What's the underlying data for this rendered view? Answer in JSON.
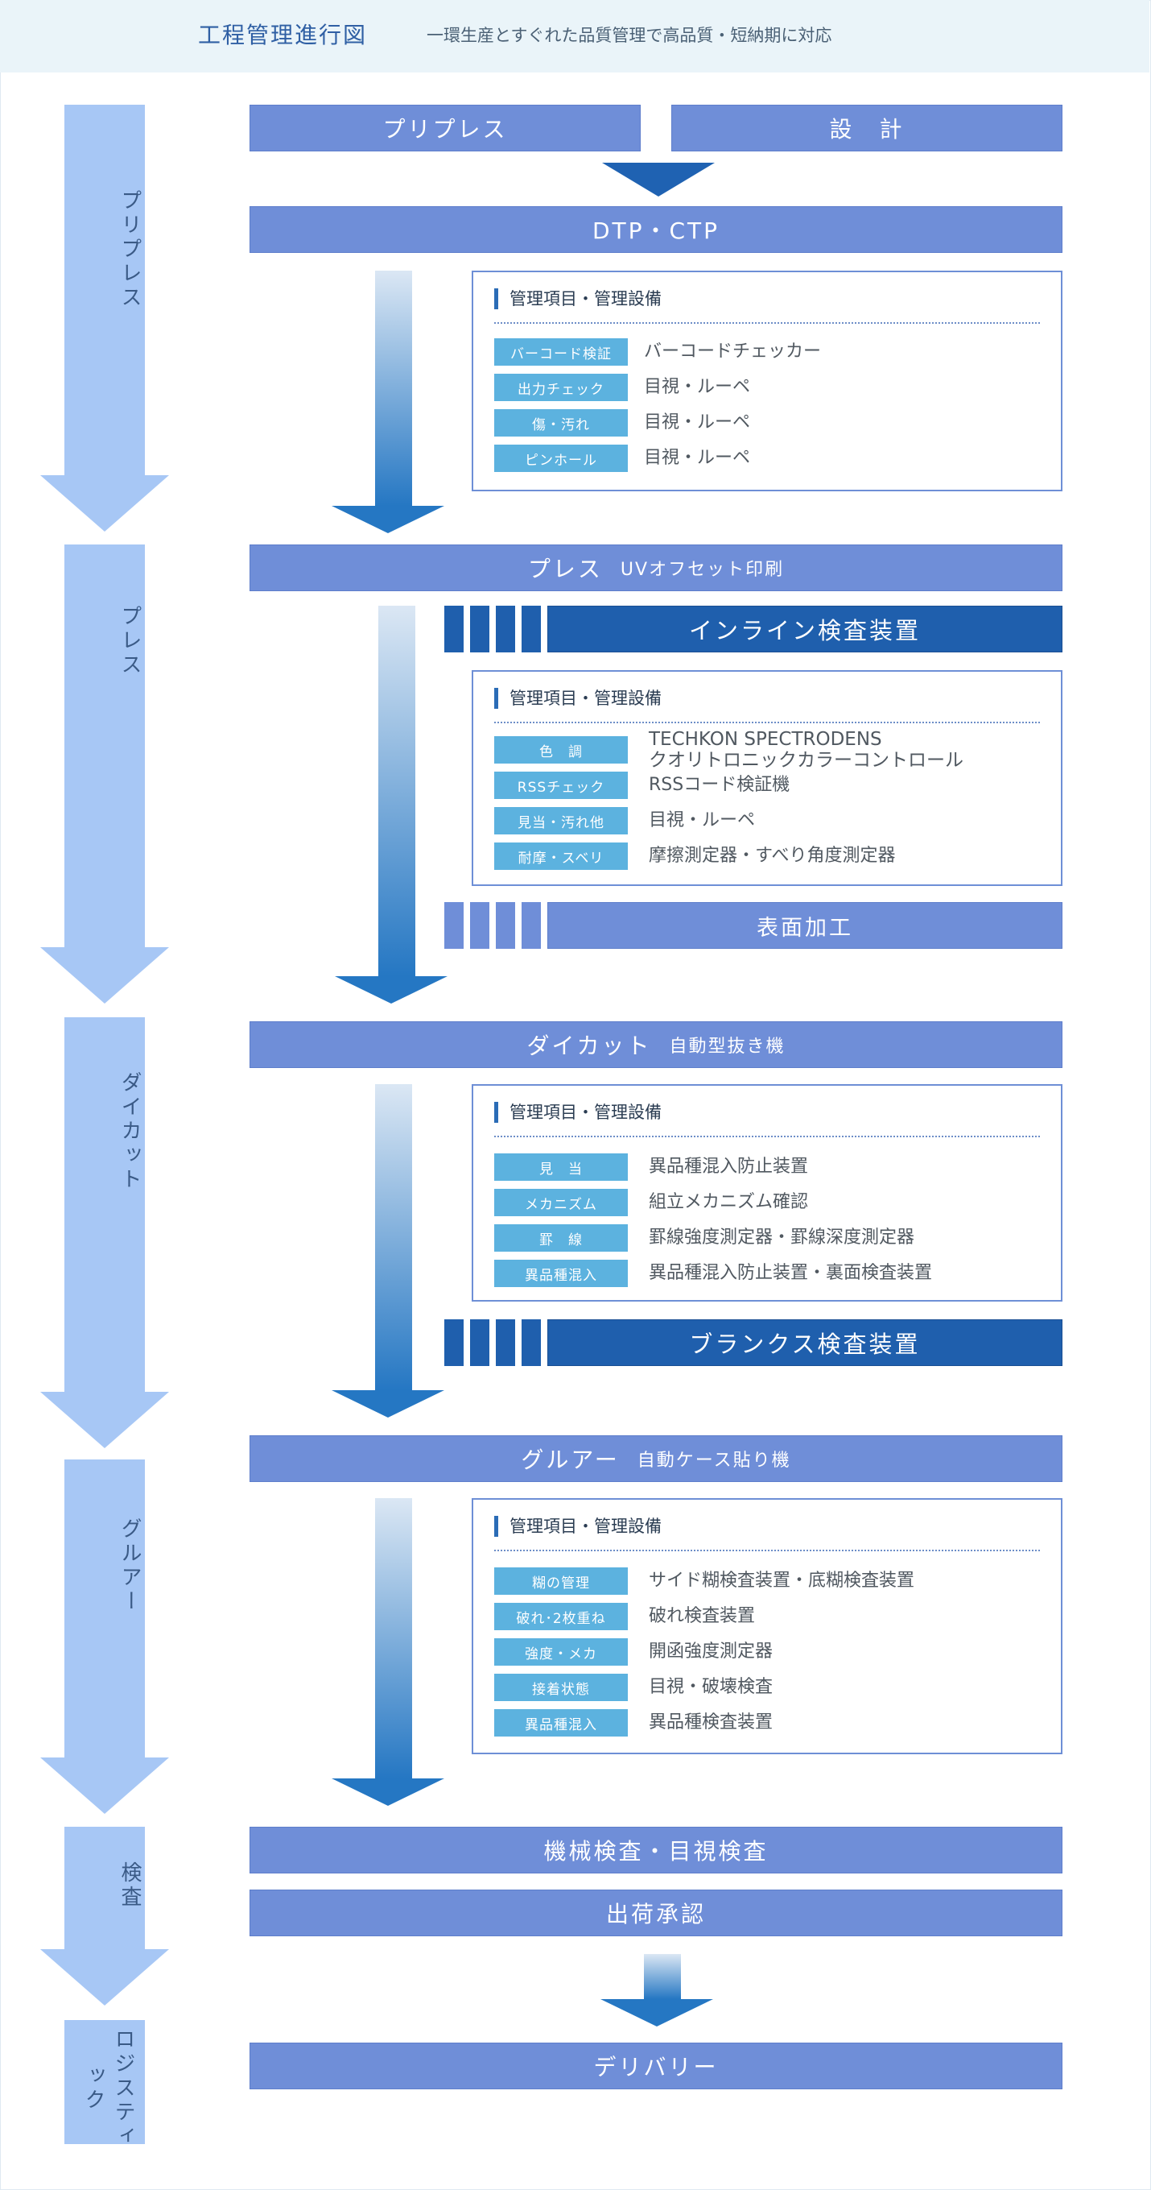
{
  "header": {
    "title": "工程管理進行図",
    "subtitle": "一環生産とすぐれた品質管理で高品質・短納期に対応"
  },
  "stages": [
    {
      "label": "プリプレス"
    },
    {
      "label": "プレス"
    },
    {
      "label": "ダイカット"
    },
    {
      "label": "グルアー"
    },
    {
      "label": "検査"
    },
    {
      "label_lines": [
        "ロジス",
        "ティック"
      ]
    }
  ],
  "prepress": {
    "left_bar": "プリプレス",
    "right_bar": "設　計",
    "main_bar": "DTP・CTP",
    "panel": {
      "heading": "管理項目・管理設備",
      "rows": [
        {
          "label": "バーコード検証",
          "value": "バーコードチェッカー"
        },
        {
          "label": "出力チェック",
          "value": "目視・ルーペ"
        },
        {
          "label": "傷・汚れ",
          "value": "目視・ルーペ"
        },
        {
          "label": "ピンホール",
          "value": "目視・ルーペ"
        }
      ]
    }
  },
  "press": {
    "main_bar": "プレス",
    "main_sub": "UVオフセット印刷",
    "inline_bar": "インライン検査装置",
    "panel": {
      "heading": "管理項目・管理設備",
      "rows": [
        {
          "label": "色　調",
          "value_lines": [
            "TECHKON SPECTRODENS",
            "クオリトロニックカラーコントロール"
          ]
        },
        {
          "label": "RSSチェック",
          "value": "RSSコード検証機"
        },
        {
          "label": "見当・汚れ他",
          "value": "目視・ルーペ"
        },
        {
          "label": "耐摩・スベリ",
          "value": "摩擦測定器・すべり角度測定器"
        }
      ]
    },
    "surface_bar": "表面加工"
  },
  "diecut": {
    "main_bar": "ダイカット",
    "main_sub": "自動型抜き機",
    "panel": {
      "heading": "管理項目・管理設備",
      "rows": [
        {
          "label": "見　当",
          "value": "異品種混入防止装置"
        },
        {
          "label": "メカニズム",
          "value": "組立メカニズム確認"
        },
        {
          "label": "罫　線",
          "value": "罫線強度測定器・罫線深度測定器"
        },
        {
          "label": "異品種混入",
          "value": "異品種混入防止装置・裏面検査装置"
        }
      ]
    },
    "blanks_bar": "ブランクス検査装置"
  },
  "gluer": {
    "main_bar": "グルアー",
    "main_sub": "自動ケース貼り機",
    "panel": {
      "heading": "管理項目・管理設備",
      "rows": [
        {
          "label": "糊の管理",
          "value": "サイド糊検査装置・底糊検査装置"
        },
        {
          "label": "破れ･2枚重ね",
          "value": "破れ検査装置"
        },
        {
          "label": "強度・メカ",
          "value": "開函強度測定器"
        },
        {
          "label": "接着状態",
          "value": "目視・破壊検査"
        },
        {
          "label": "異品種混入",
          "value": "異品種検査装置"
        }
      ]
    }
  },
  "inspection": {
    "bar1": "機械検査・目視検査",
    "bar2": "出荷承認"
  },
  "logistics": {
    "bar": "デリバリー"
  }
}
